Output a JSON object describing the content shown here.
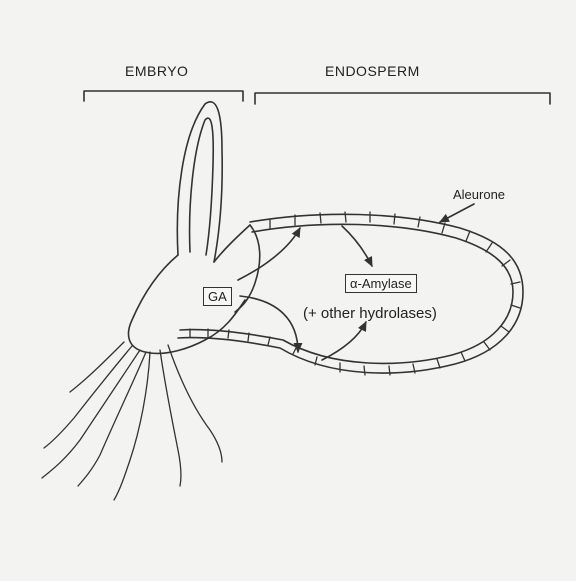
{
  "labels": {
    "embryo": "EMBRYO",
    "endosperm": "ENDOSPERM",
    "aleurone": "Aleurone",
    "gibberellin": "GA",
    "amylase": "α-Amylase",
    "hydrolases": "(+ other hydrolases)"
  },
  "colors": {
    "background": "#f3f3f1",
    "ink": "#333333"
  }
}
